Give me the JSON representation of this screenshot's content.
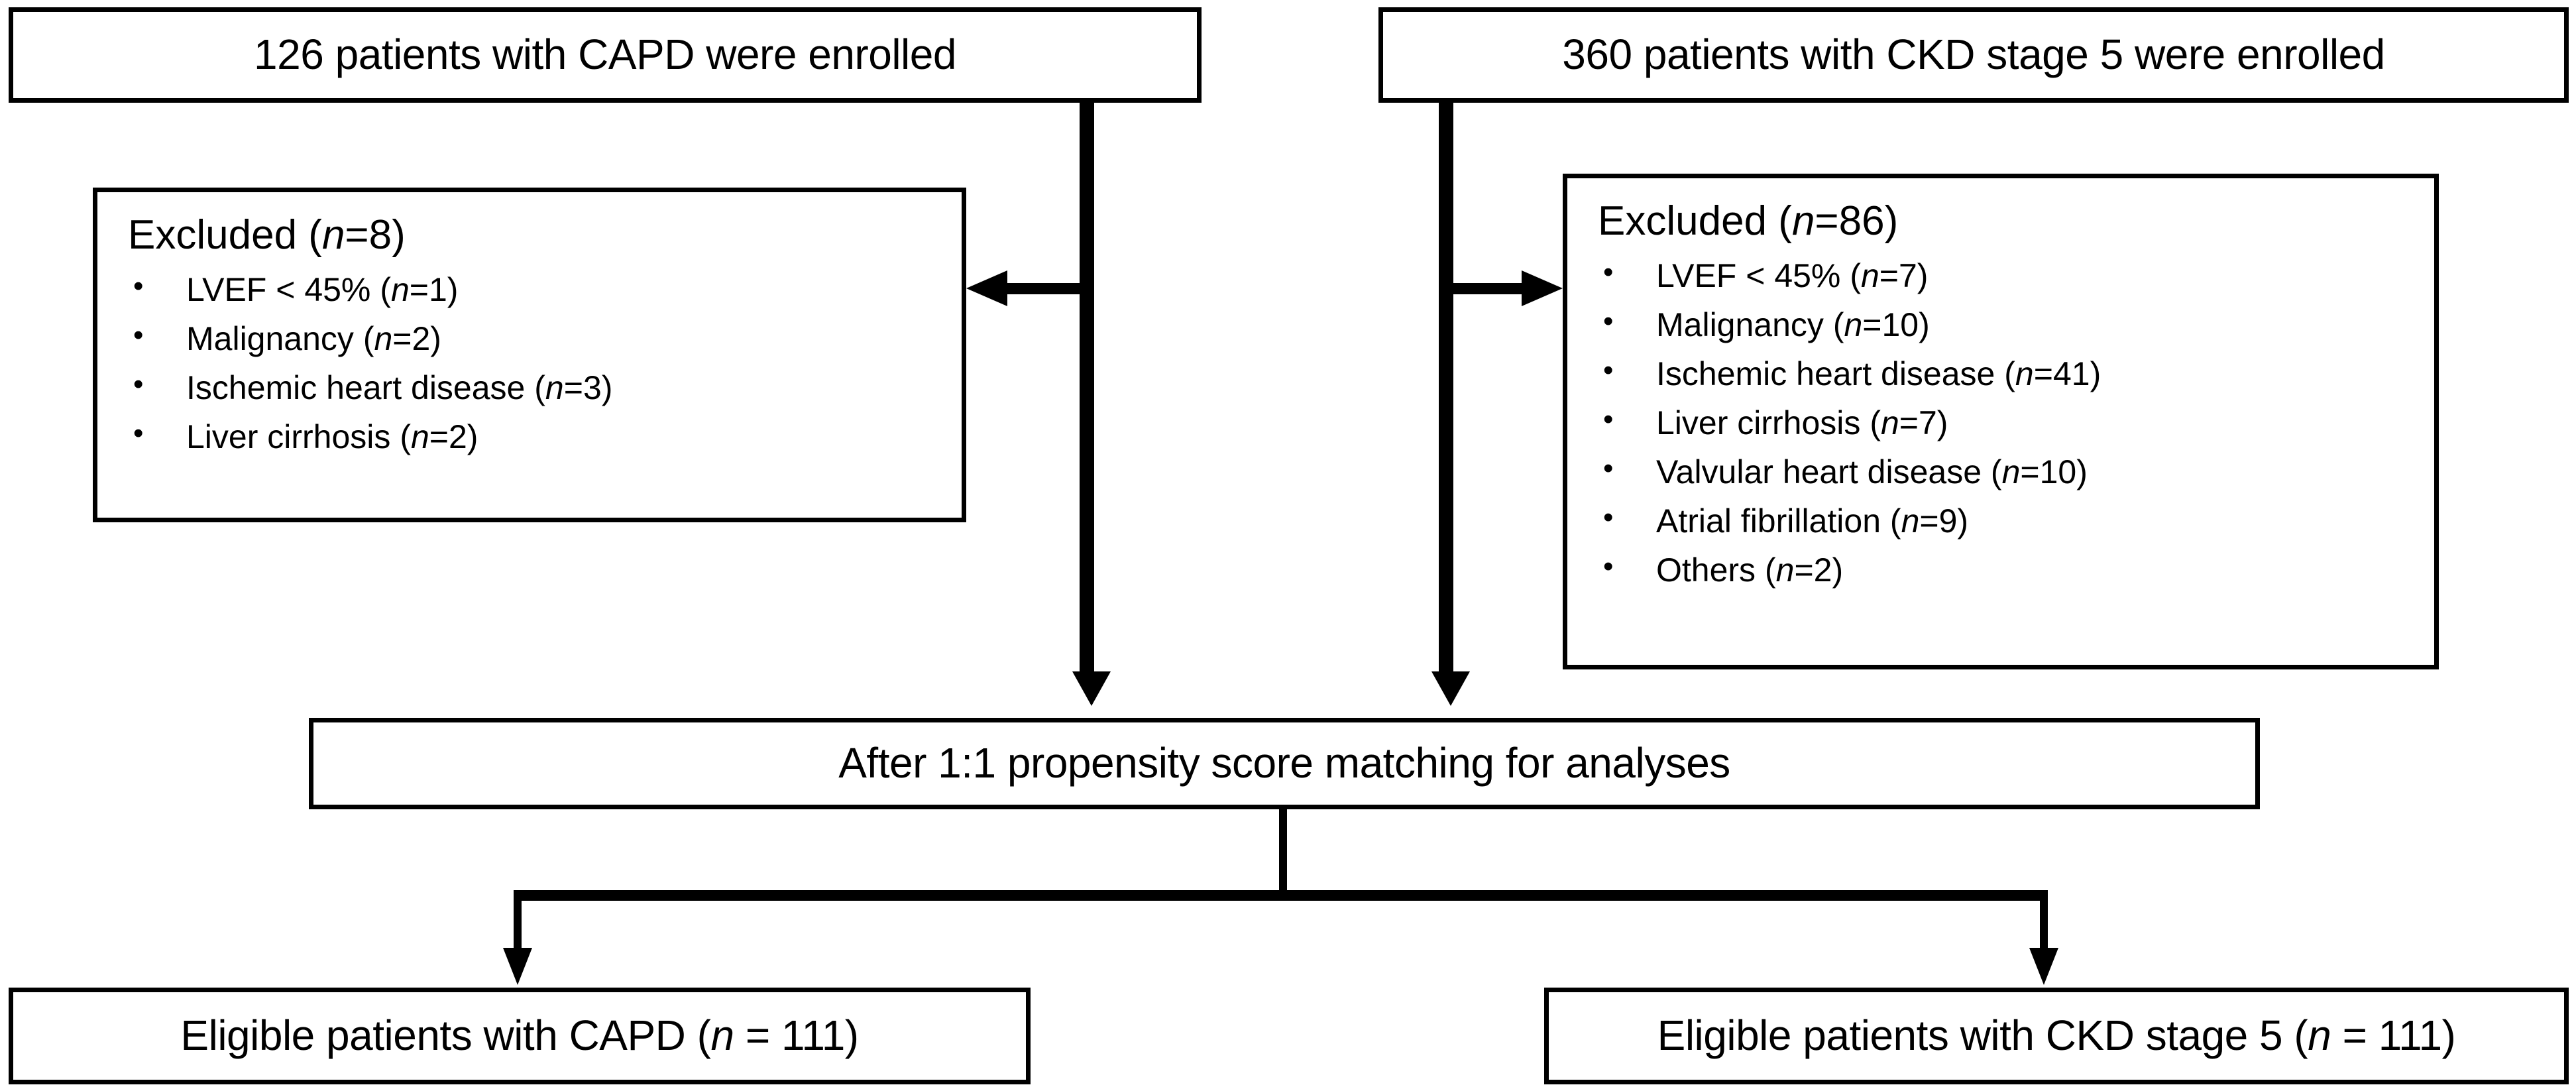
{
  "diagram": {
    "title": "CONSORT-style patient selection flow diagram",
    "type": "flowchart",
    "stroke_color": "#000000",
    "background_color": "#ffffff"
  },
  "enrollment": {
    "left": {
      "count": "126",
      "label": "126 patients with CAPD were enrolled"
    },
    "right": {
      "count": "360",
      "label": "360 patients with CKD stage 5 were enrolled"
    }
  },
  "exclusions": {
    "left": {
      "title_prefix": "Excluded (",
      "title_n": "n",
      "title_suffix": "=8)",
      "total": 8,
      "items": [
        {
          "reason": "LVEF  < 45%",
          "n": 1
        },
        {
          "reason": "Malignancy",
          "n": 2
        },
        {
          "reason": "Ischemic heart disease",
          "n": 3
        },
        {
          "reason": "Liver cirrhosis",
          "n": 2
        }
      ]
    },
    "right": {
      "title_prefix": "Excluded (",
      "title_n": "n",
      "title_suffix": "=86)",
      "total": 86,
      "items": [
        {
          "reason": "LVEF  < 45%",
          "n": 7
        },
        {
          "reason": "Malignancy",
          "n": 10
        },
        {
          "reason": "Ischemic heart disease",
          "n": 41
        },
        {
          "reason": "Liver cirrhosis",
          "n": 7
        },
        {
          "reason": "Valvular heart disease",
          "n": 10
        },
        {
          "reason": "Atrial fibrillation ",
          "n": 9
        },
        {
          "reason": "Others",
          "n": 2
        }
      ]
    }
  },
  "matching": {
    "label": "After 1:1 propensity score matching for analyses"
  },
  "final": {
    "left": {
      "prefix": "Eligible patients with CAPD (",
      "n_symbol": "n",
      "suffix": " = 111)",
      "count": 111
    },
    "right": {
      "prefix": "Eligible patients with CKD stage 5 (",
      "n_symbol": "n",
      "suffix": " = 111)",
      "count": 111
    }
  }
}
